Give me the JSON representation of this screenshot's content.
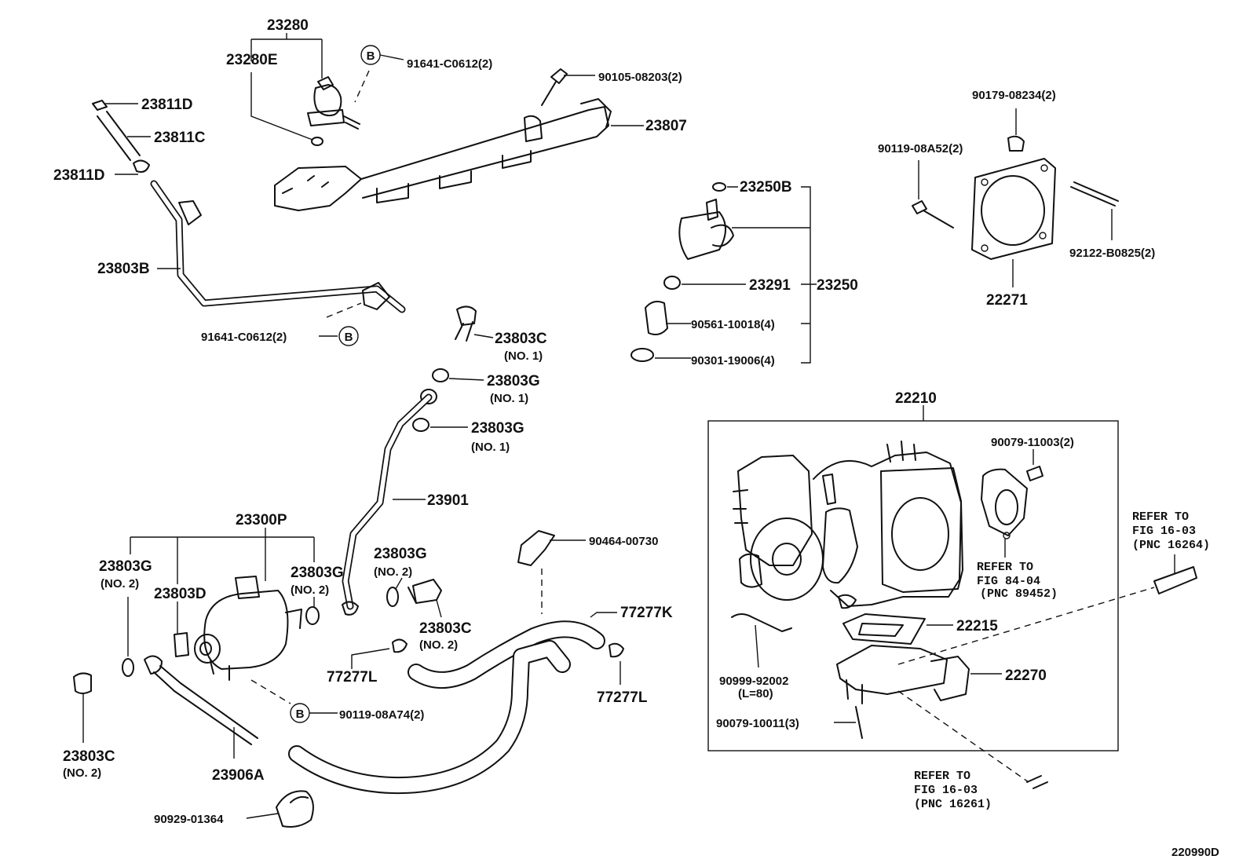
{
  "diagram_id": "220990D",
  "parts": {
    "p23280": "23280",
    "p23280E": "23280E",
    "p91641_top": "91641-C0612(2)",
    "p90105": "90105-08203(2)",
    "p23807": "23807",
    "p23811D_top": "23811D",
    "p23811C": "23811C",
    "p23811D_left": "23811D",
    "p23803B": "23803B",
    "p91641_low": "91641-C0612(2)",
    "p90179": "90179-08234(2)",
    "p90119_52": "90119-08A52(2)",
    "p92122": "92122-B0825(2)",
    "p22271": "22271",
    "p23250B": "23250B",
    "p23291": "23291",
    "p23250": "23250",
    "p90561": "90561-10018(4)",
    "p90301": "90301-19006(4)",
    "p23803C_no1": "23803C",
    "p23803G_a": "23803G",
    "p23803G_b": "23803G",
    "p23901": "23901",
    "p23300P": "23300P",
    "p23803G_left": "23803G",
    "p23803D": "23803D",
    "p23803G_mid": "23803G",
    "p23803G_right": "23803G",
    "p23803C_no2": "23803C",
    "p77277L_a": "77277L",
    "p90464": "90464-00730",
    "p77277K": "77277K",
    "p77277L_b": "77277L",
    "p90119_74": "90119-08A74(2)",
    "p23803C_bottom": "23803C",
    "p23906A": "23906A",
    "p90929": "90929-01364",
    "p22210": "22210",
    "p90079_11003": "90079-11003(2)",
    "p22215": "22215",
    "p90999": "90999-92002",
    "p90999_len": "(L=80)",
    "p22270": "22270",
    "p90079_10011": "90079-10011(3)"
  },
  "notes": {
    "no1": "(NO. 1)",
    "no2": "(NO. 2)",
    "callout_b": "B"
  },
  "references": {
    "ref1_line1": "REFER TO",
    "ref1_line2": "FIG 16-03",
    "ref1_line3": "(PNC 16264)",
    "ref2_line1": "REFER TO",
    "ref2_line2": "FIG 84-04",
    "ref2_line3": "(PNC 89452)",
    "ref3_line1": "REFER TO",
    "ref3_line2": "FIG 16-03",
    "ref3_line3": "(PNC 16261)"
  }
}
